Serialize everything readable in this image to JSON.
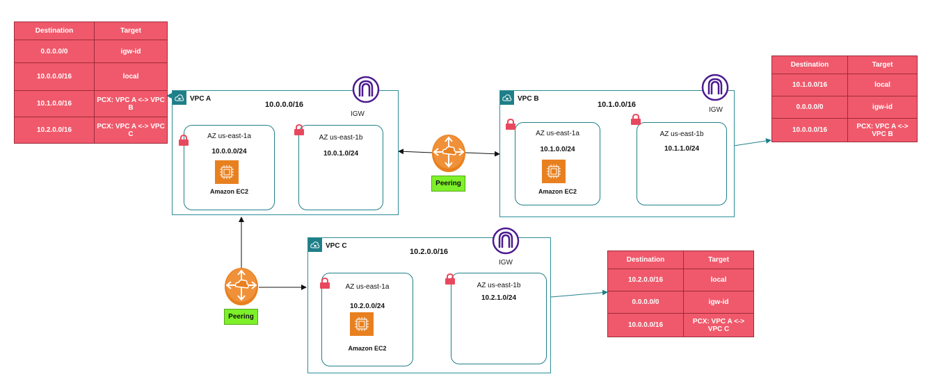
{
  "colors": {
    "table_fill": "#f0596b",
    "vpc_border": "#2a8d96",
    "igw": "#4b1a8f",
    "ec2": "#e8801f",
    "peering": "#7ef02a",
    "lock": "#e8485d"
  },
  "route_tables": {
    "vpc_a": {
      "header": [
        "Destination",
        "Target"
      ],
      "rows": [
        [
          "0.0.0.0/0",
          "igw-id"
        ],
        [
          "10.0.0.0/16",
          "local"
        ],
        [
          "10.1.0.0/16",
          "PCX: VPC A <-> VPC B"
        ],
        [
          "10.2.0.0/16",
          "PCX: VPC A <-> VPC C"
        ]
      ]
    },
    "vpc_b": {
      "header": [
        "Destination",
        "Target"
      ],
      "rows": [
        [
          "10.1.0.0/16",
          "local"
        ],
        [
          "0.0.0.0/0",
          "igw-id"
        ],
        [
          "10.0.0.0/16",
          "PCX:  VPC A <-> VPC B"
        ]
      ]
    },
    "vpc_c": {
      "header": [
        "Destination",
        "Target"
      ],
      "rows": [
        [
          "10.2.0.0/16",
          "local"
        ],
        [
          "0.0.0.0/0",
          "igw-id"
        ],
        [
          "10.0.0.0/16",
          "PCX: VPC A <-> VPC C"
        ]
      ]
    }
  },
  "vpcs": {
    "a": {
      "name": "VPC A",
      "cidr": "10.0.0.0/16",
      "igw": "IGW",
      "az1": {
        "name": "AZ us-east-1a",
        "cidr": "10.0.0.0/24",
        "ec2": "Amazon EC2"
      },
      "az2": {
        "name": "AZ us-east-1b",
        "cidr": "10.0.1.0/24"
      }
    },
    "b": {
      "name": "VPC B",
      "cidr": "10.1.0.0/16",
      "igw": "IGW",
      "az1": {
        "name": "AZ us-east-1a",
        "cidr": "10.1.0.0/24",
        "ec2": "Amazon EC2"
      },
      "az2": {
        "name": "AZ us-east-1b",
        "cidr": "10.1.1.0/24"
      }
    },
    "c": {
      "name": "VPC C",
      "cidr": "10.2.0.0/16",
      "igw": "IGW",
      "az1": {
        "name": "AZ us-east-1a",
        "cidr": "10.2.0.0/24",
        "ec2": "Amazon EC2"
      },
      "az2": {
        "name": "AZ us-east-1b",
        "cidr": "10.2.1.0/24"
      }
    }
  },
  "peerings": {
    "ab": "Peering",
    "ac": "Peering"
  }
}
